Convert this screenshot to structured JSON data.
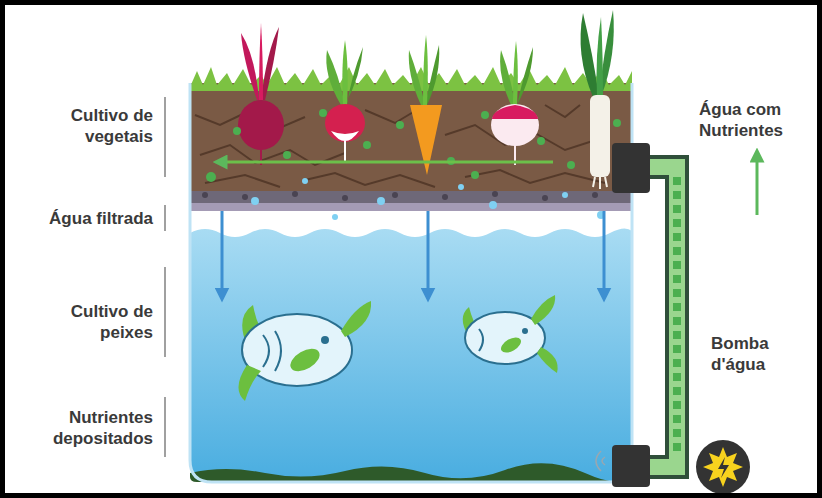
{
  "diagram": {
    "labels": [
      "Cultivo de vegetais",
      "Água filtrada",
      "Cultivo de peixes",
      "Nutrientes depositados",
      "Água com Nutrientes",
      "Bomba d'água"
    ]
  }
}
